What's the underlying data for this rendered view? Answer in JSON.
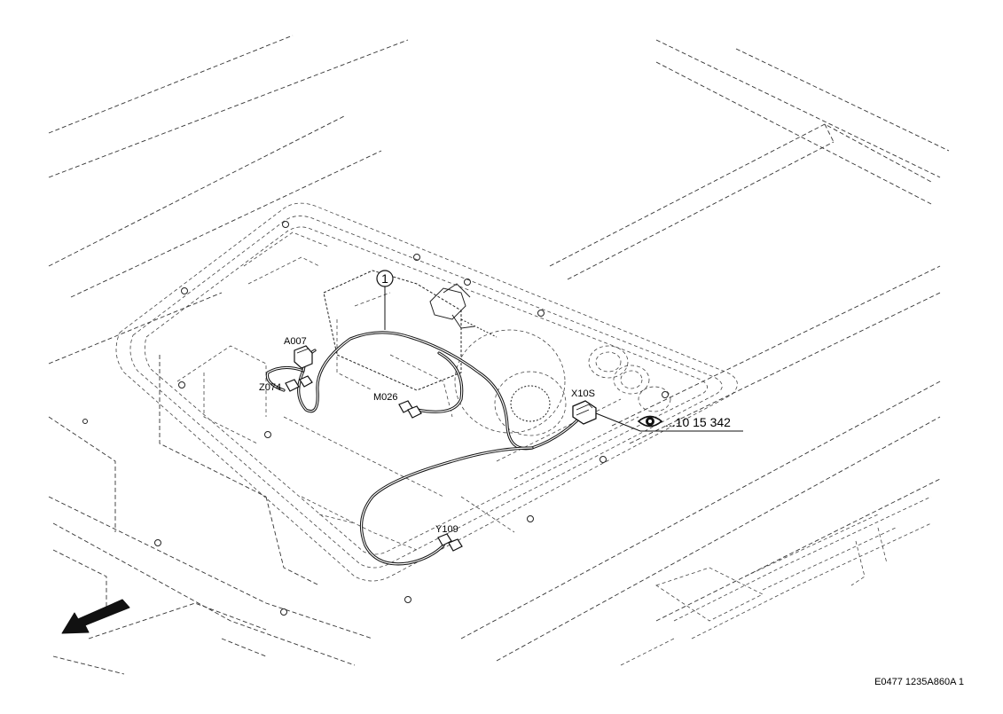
{
  "callout": {
    "number": "1"
  },
  "components": {
    "a007": "A007",
    "z074": "Z074",
    "m026": "M026",
    "x10s": "X10S",
    "y109": "Y109"
  },
  "reference": {
    "text": "...10 15 342",
    "icon": "eye-icon"
  },
  "drawing_code": "E0477 1235A860A 1",
  "direction_arrow": {
    "icon": "arrow-down-left-icon"
  }
}
